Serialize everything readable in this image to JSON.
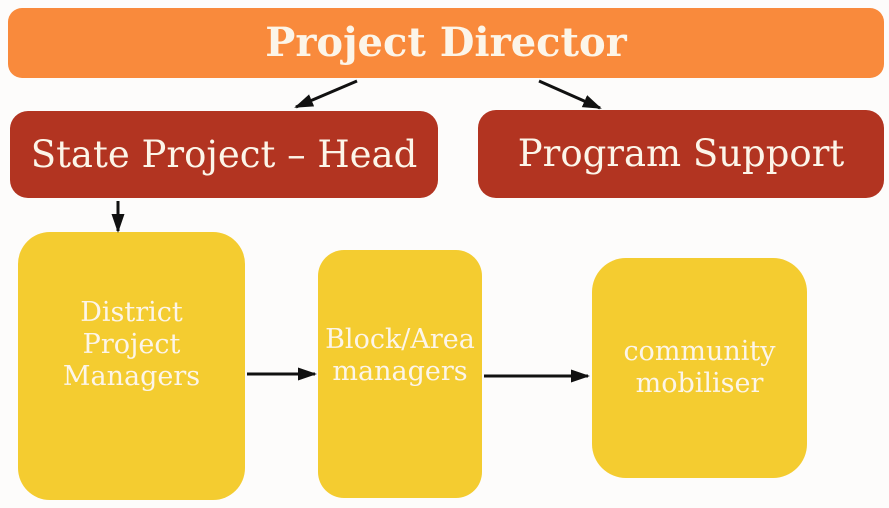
{
  "diagram": {
    "type": "org-chart",
    "title": "Project Director",
    "colors": {
      "level1_fill": "#f98a3c",
      "level2_fill": "#b23421",
      "level3_fill": "#f4cc30",
      "label_text": "#fcf5e9",
      "arrow": "#111111",
      "background": "#fdfcfb"
    },
    "nodes": [
      {
        "id": "project-director",
        "label": "Project Director",
        "level": 1
      },
      {
        "id": "state-project-head",
        "label": "State Project – Head",
        "level": 2
      },
      {
        "id": "program-support",
        "label": "Program Support",
        "level": 2
      },
      {
        "id": "district-project-managers",
        "label": "District Project Managers",
        "level": 3
      },
      {
        "id": "block-area-managers",
        "label": "Block/Area managers",
        "level": 3
      },
      {
        "id": "community-mobiliser",
        "label": "community mobiliser",
        "level": 3
      }
    ],
    "edges": [
      {
        "from": "project-director",
        "to": "state-project-head"
      },
      {
        "from": "project-director",
        "to": "program-support"
      },
      {
        "from": "state-project-head",
        "to": "district-project-managers"
      },
      {
        "from": "district-project-managers",
        "to": "block-area-managers"
      },
      {
        "from": "block-area-managers",
        "to": "community-mobiliser"
      }
    ]
  }
}
